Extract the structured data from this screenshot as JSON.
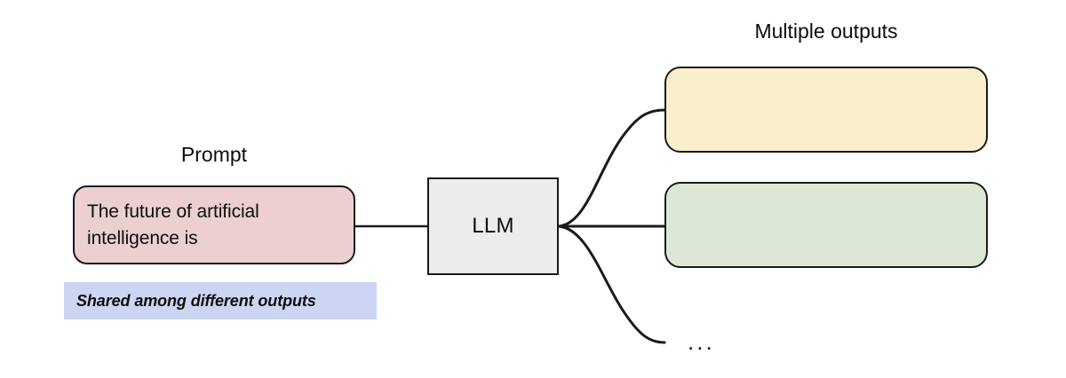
{
  "diagram": {
    "title_visible": false,
    "background_color": "#ffffff",
    "stroke_color": "#1a1a1a"
  },
  "prompt": {
    "label": "Prompt",
    "text": "The future of artificial\nintelligence is",
    "fill_color": "#eccfcf"
  },
  "model": {
    "label": "LLM",
    "fill_color": "#ececec"
  },
  "outputs": {
    "label": "Multiple outputs",
    "items": [
      {
        "name": "output-1",
        "text": "",
        "fill_color": "#f9efcd"
      },
      {
        "name": "output-2",
        "text": "",
        "fill_color": "#dce8d5"
      }
    ],
    "ellipsis": "..."
  },
  "annotation": {
    "text": "Shared among different outputs",
    "fill_color": "#ccd6f2"
  }
}
